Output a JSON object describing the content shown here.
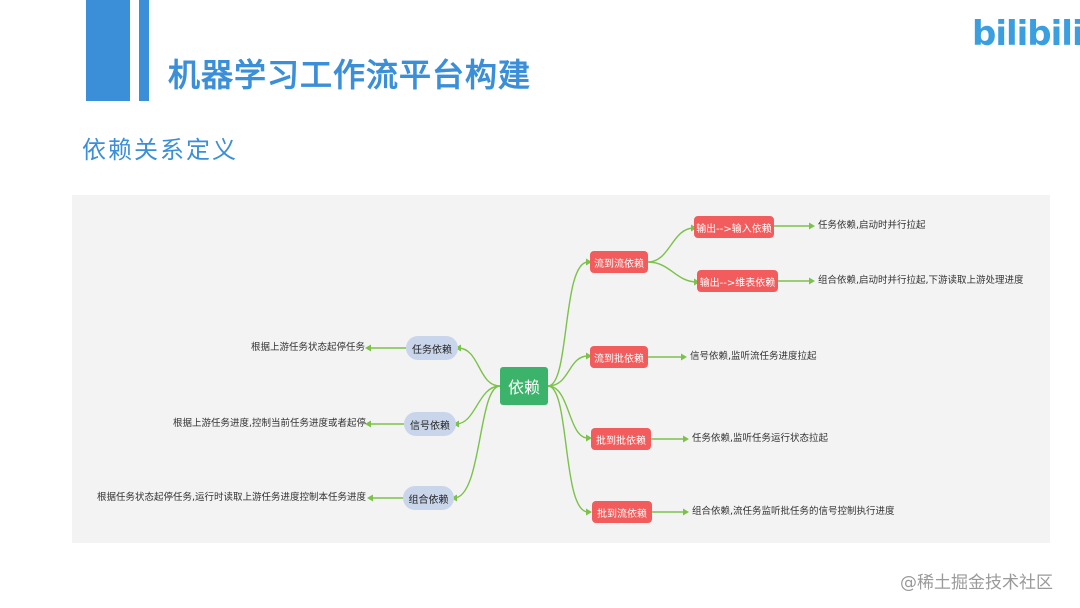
{
  "header": {
    "title": "机器学习工作流平台构建",
    "subtitle": "依赖关系定义",
    "logo_text": "bilibili"
  },
  "diagram": {
    "root": "依赖",
    "right": [
      {
        "label": "流到流依赖",
        "children": [
          {
            "label": "输出-->输入依赖",
            "leaf": "任务依赖,启动时并行拉起"
          },
          {
            "label": "输出-->维表依赖",
            "leaf": "组合依赖,启动时并行拉起,下游读取上游处理进度"
          }
        ]
      },
      {
        "label": "流到批依赖",
        "leaf": "信号依赖,监听流任务进度拉起"
      },
      {
        "label": "批到批依赖",
        "leaf": "任务依赖,监听任务运行状态拉起"
      },
      {
        "label": "批到流依赖",
        "leaf": "组合依赖,流任务监听批任务的信号控制执行进度"
      }
    ],
    "left": [
      {
        "label": "任务依赖",
        "leaf": "根据上游任务状态起停任务"
      },
      {
        "label": "信号依赖",
        "leaf": "根据上游任务进度,控制当前任务进度或者起停"
      },
      {
        "label": "组合依赖",
        "leaf": "根据任务状态起停任务,运行时读取上游任务进度控制本任务进度"
      }
    ]
  },
  "colors": {
    "accent_blue": "#3b8fd8",
    "root_green": "#3cb36a",
    "node_red": "#f25c5c",
    "pill_blue": "#c9d5ea",
    "connector_green": "#7cc24a"
  },
  "watermark": "@稀土掘金技术社区"
}
